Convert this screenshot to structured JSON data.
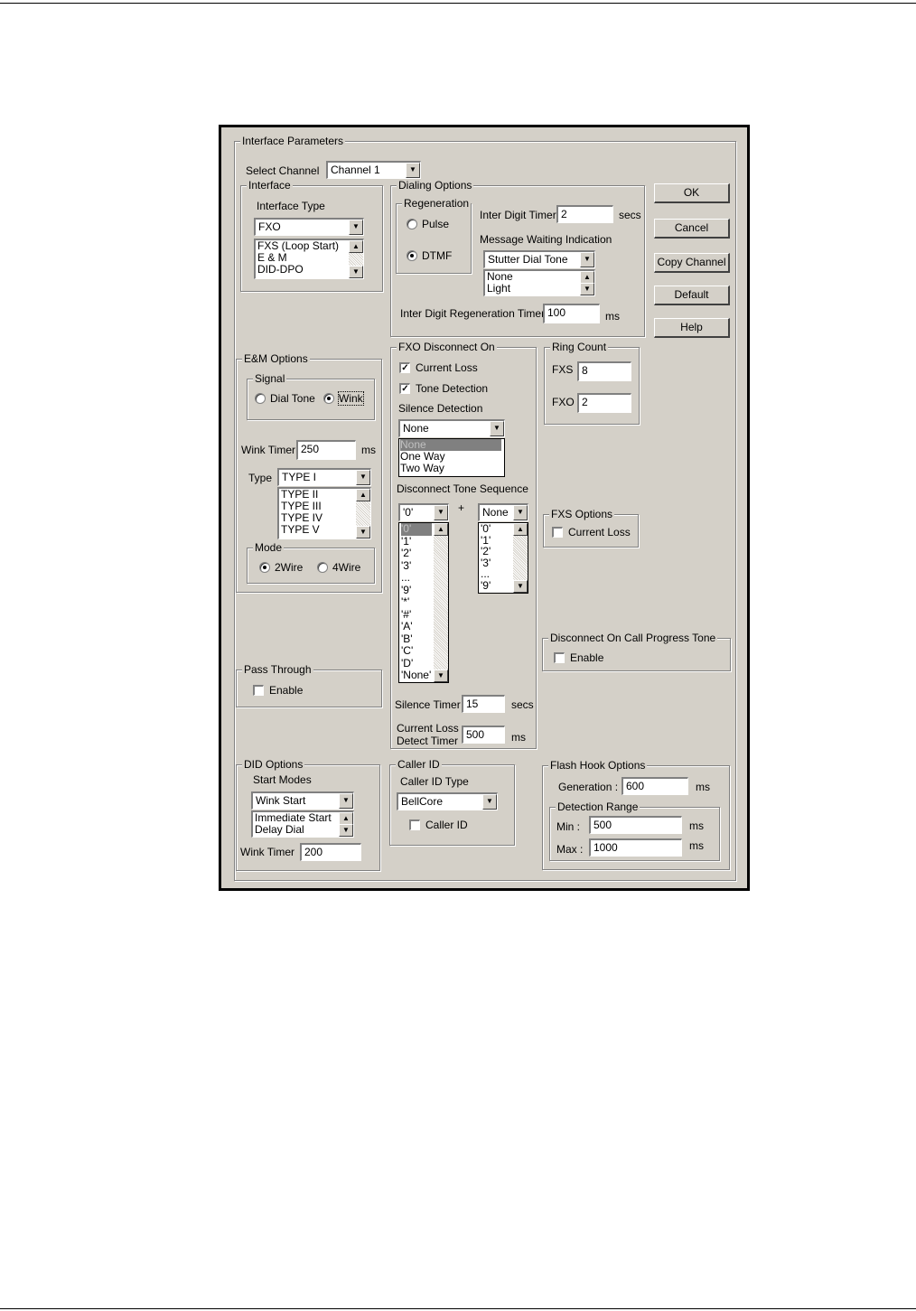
{
  "dialog": {
    "frame_title": "Interface Parameters",
    "select_channel": {
      "label": "Select Channel",
      "value": "Channel 1"
    },
    "interface": {
      "title": "Interface",
      "type_label": "Interface Type",
      "type_value": "FXO",
      "type_options": [
        "FXS (Loop Start)",
        "E & M",
        "DID-DPO"
      ]
    },
    "dialing": {
      "title": "Dialing Options",
      "regeneration": {
        "title": "Regeneration",
        "pulse": "Pulse",
        "dtmf": "DTMF",
        "selected": "DTMF"
      },
      "inter_digit_timer": {
        "label": "Inter Digit Timer",
        "value": "2",
        "unit": "secs"
      },
      "mwi": {
        "label": "Message Waiting Indication",
        "value": "Stutter Dial Tone",
        "options": [
          "None",
          "Light"
        ]
      },
      "regen_timer": {
        "label": "Inter Digit Regeneration Timer",
        "value": "100",
        "unit": "ms"
      }
    },
    "buttons": {
      "ok": "OK",
      "cancel": "Cancel",
      "copy": "Copy Channel",
      "default": "Default",
      "help": "Help"
    },
    "em": {
      "title": "E&M Options",
      "signal": {
        "title": "Signal",
        "dial_tone": "Dial Tone",
        "wink": "Wink",
        "selected": "Wink"
      },
      "wink_timer": {
        "label": "Wink Timer",
        "value": "250",
        "unit": "ms"
      },
      "type": {
        "label": "Type",
        "value": "TYPE I",
        "options": [
          "TYPE II",
          "TYPE III",
          "TYPE IV",
          "TYPE V"
        ]
      },
      "mode": {
        "title": "Mode",
        "two": "2Wire",
        "four": "4Wire",
        "selected": "2Wire"
      }
    },
    "fxo_disconnect": {
      "title": "FXO Disconnect On",
      "current_loss": "Current Loss",
      "tone_detection": "Tone Detection",
      "silence_label": "Silence Detection",
      "silence_value": "None",
      "silence_options": [
        "None",
        "One Way",
        "Two Way"
      ],
      "sequence_label": "Disconnect Tone Sequence",
      "seq1_value": "'0'",
      "seq1_options": [
        "'0'",
        "'1'",
        "'2'",
        "'3'",
        "...",
        "'9'",
        "'*'",
        "'#'",
        "'A'",
        "'B'",
        "'C'",
        "'D'",
        "'None'"
      ],
      "plus": "+",
      "seq2_value": "None",
      "seq2_options": [
        "'0'",
        "'1'",
        "'2'",
        "'3'",
        "...",
        "'9'"
      ],
      "silence_timer": {
        "label": "Silence Timer",
        "value": "15",
        "unit": "secs"
      },
      "current_loss_timer": {
        "label1": "Current Loss",
        "label2": "Detect Timer",
        "value": "500",
        "unit": "ms"
      }
    },
    "ring_count": {
      "title": "Ring Count",
      "fxs_label": "FXS",
      "fxs_value": "8",
      "fxo_label": "FXO",
      "fxo_value": "2"
    },
    "fxs_options": {
      "title": "FXS Options",
      "current_loss": "Current Loss"
    },
    "call_progress": {
      "title": "Disconnect On Call Progress Tone",
      "enable": "Enable"
    },
    "pass_through": {
      "title": "Pass Through",
      "enable": "Enable"
    },
    "did": {
      "title": "DID Options",
      "start_label": "Start Modes",
      "start_value": "Wink Start",
      "start_options": [
        "Immediate Start",
        "Delay Dial"
      ],
      "wink_timer_label": "Wink Timer",
      "wink_timer_value": "200"
    },
    "caller_id": {
      "title": "Caller ID",
      "type_label": "Caller ID Type",
      "type_value": "BellCore",
      "checkbox": "Caller ID"
    },
    "flash_hook": {
      "title": "Flash Hook Options",
      "generation_label": "Generation :",
      "generation_value": "600",
      "generation_unit": "ms",
      "detection_title": "Detection Range",
      "min_label": "Min :",
      "min_value": "500",
      "min_unit": "ms",
      "max_label": "Max :",
      "max_value": "1000",
      "max_unit": "ms"
    }
  }
}
